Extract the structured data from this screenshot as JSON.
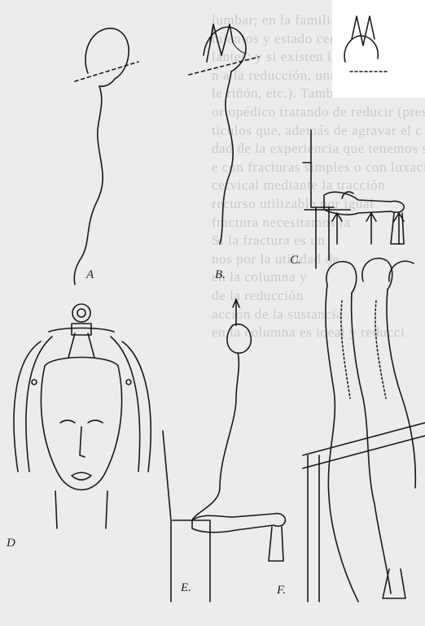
{
  "figure": {
    "labels": {
      "a": "A",
      "b": "B.",
      "c": "C.",
      "d": "D",
      "e": "E.",
      "f": "F."
    },
    "background_text": [
      "lumbar; en la familia con",
      "mientos y estado cervical. L",
      "lantes: y si existen lesiones",
      "n a la reducción, una intervención qui",
      "le riñón, etc.). También llevaremos el c",
      "ortopédico tratando de reducir (presu",
      "ticulos que, además de agravar el c",
      "dad de la experiencia que tenemos sob",
      "e con fracturas simples o con luxación",
      "cervical mediante la tracción",
      "recurso utilizable por igual",
      "fractura necesitamos la",
      "",
      "Si la fractura es un",
      "nos por la utilidad de",
      "",
      "en la columna y",
      "",
      "de la reducción",
      "",
      "acción de la sustancia",
      "",
      "en la columna es ideal y reducci"
    ]
  }
}
